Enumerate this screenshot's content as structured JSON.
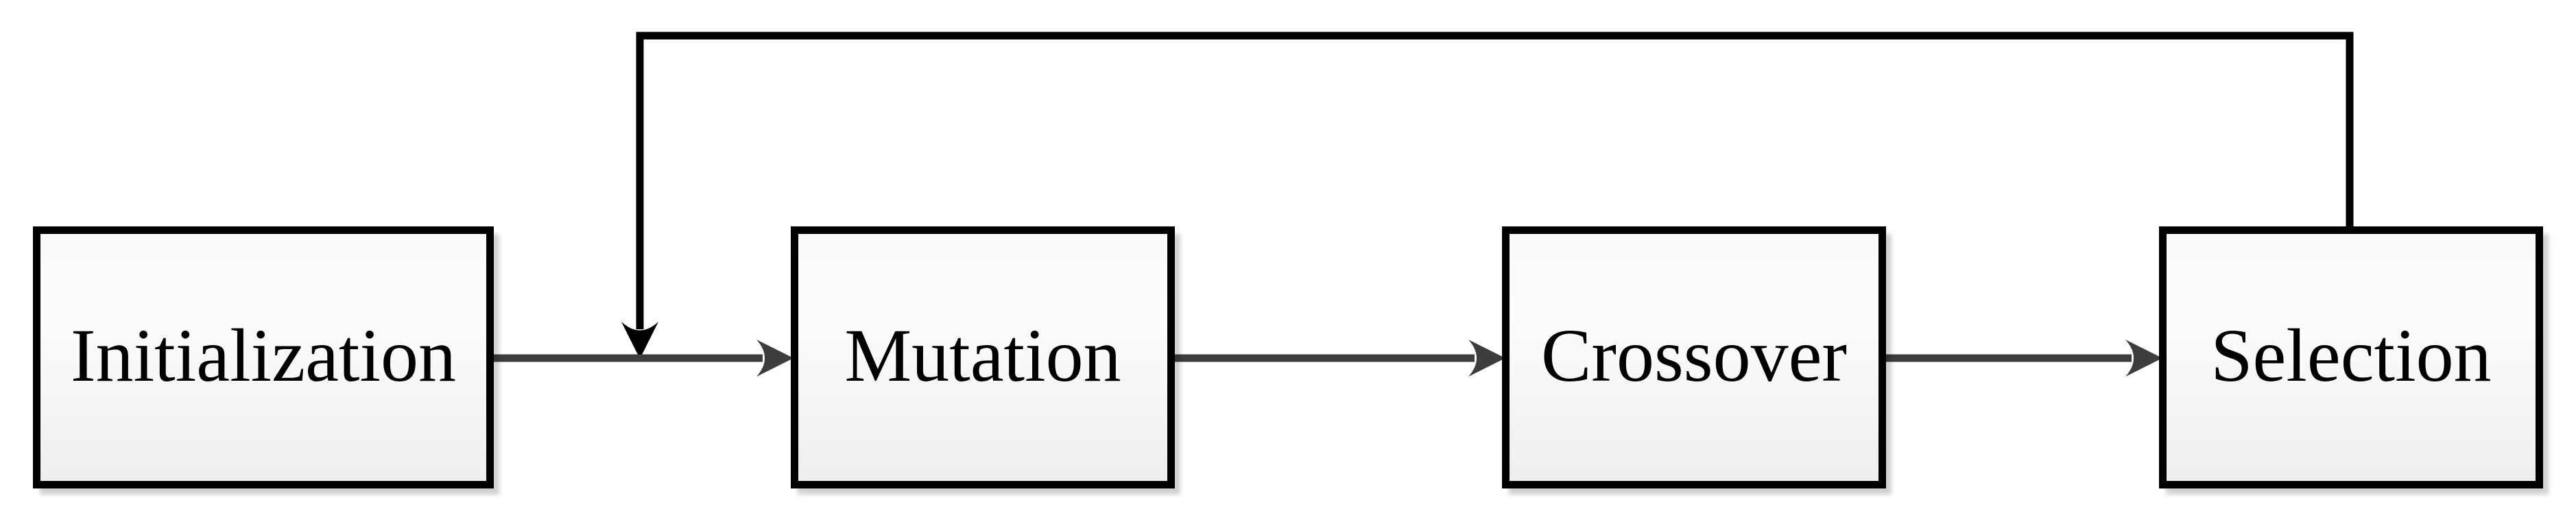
{
  "diagram": {
    "type": "flowchart",
    "description": "Evolutionary algorithm loop diagram",
    "nodes": [
      {
        "id": "initialization",
        "label": "Initialization"
      },
      {
        "id": "mutation",
        "label": "Mutation"
      },
      {
        "id": "crossover",
        "label": "Crossover"
      },
      {
        "id": "selection",
        "label": "Selection"
      }
    ],
    "edges": [
      {
        "from": "Initialization",
        "to": "Mutation",
        "style": "straight-arrow",
        "color": "#3d3d3d"
      },
      {
        "from": "Mutation",
        "to": "Crossover",
        "style": "straight-arrow",
        "color": "#3d3d3d"
      },
      {
        "from": "Crossover",
        "to": "Selection",
        "style": "straight-arrow",
        "color": "#3d3d3d"
      },
      {
        "from": "Selection",
        "to": "Mutation",
        "style": "feedback-loop-arrow",
        "color": "#000000"
      }
    ],
    "colors": {
      "background": "#ffffff",
      "node_border": "#000000",
      "node_fill_top": "#fafafa",
      "node_fill_bottom": "#eeeeee",
      "connector": "#3d3d3d",
      "feedback_line": "#000000",
      "label_text": "#000000"
    }
  }
}
